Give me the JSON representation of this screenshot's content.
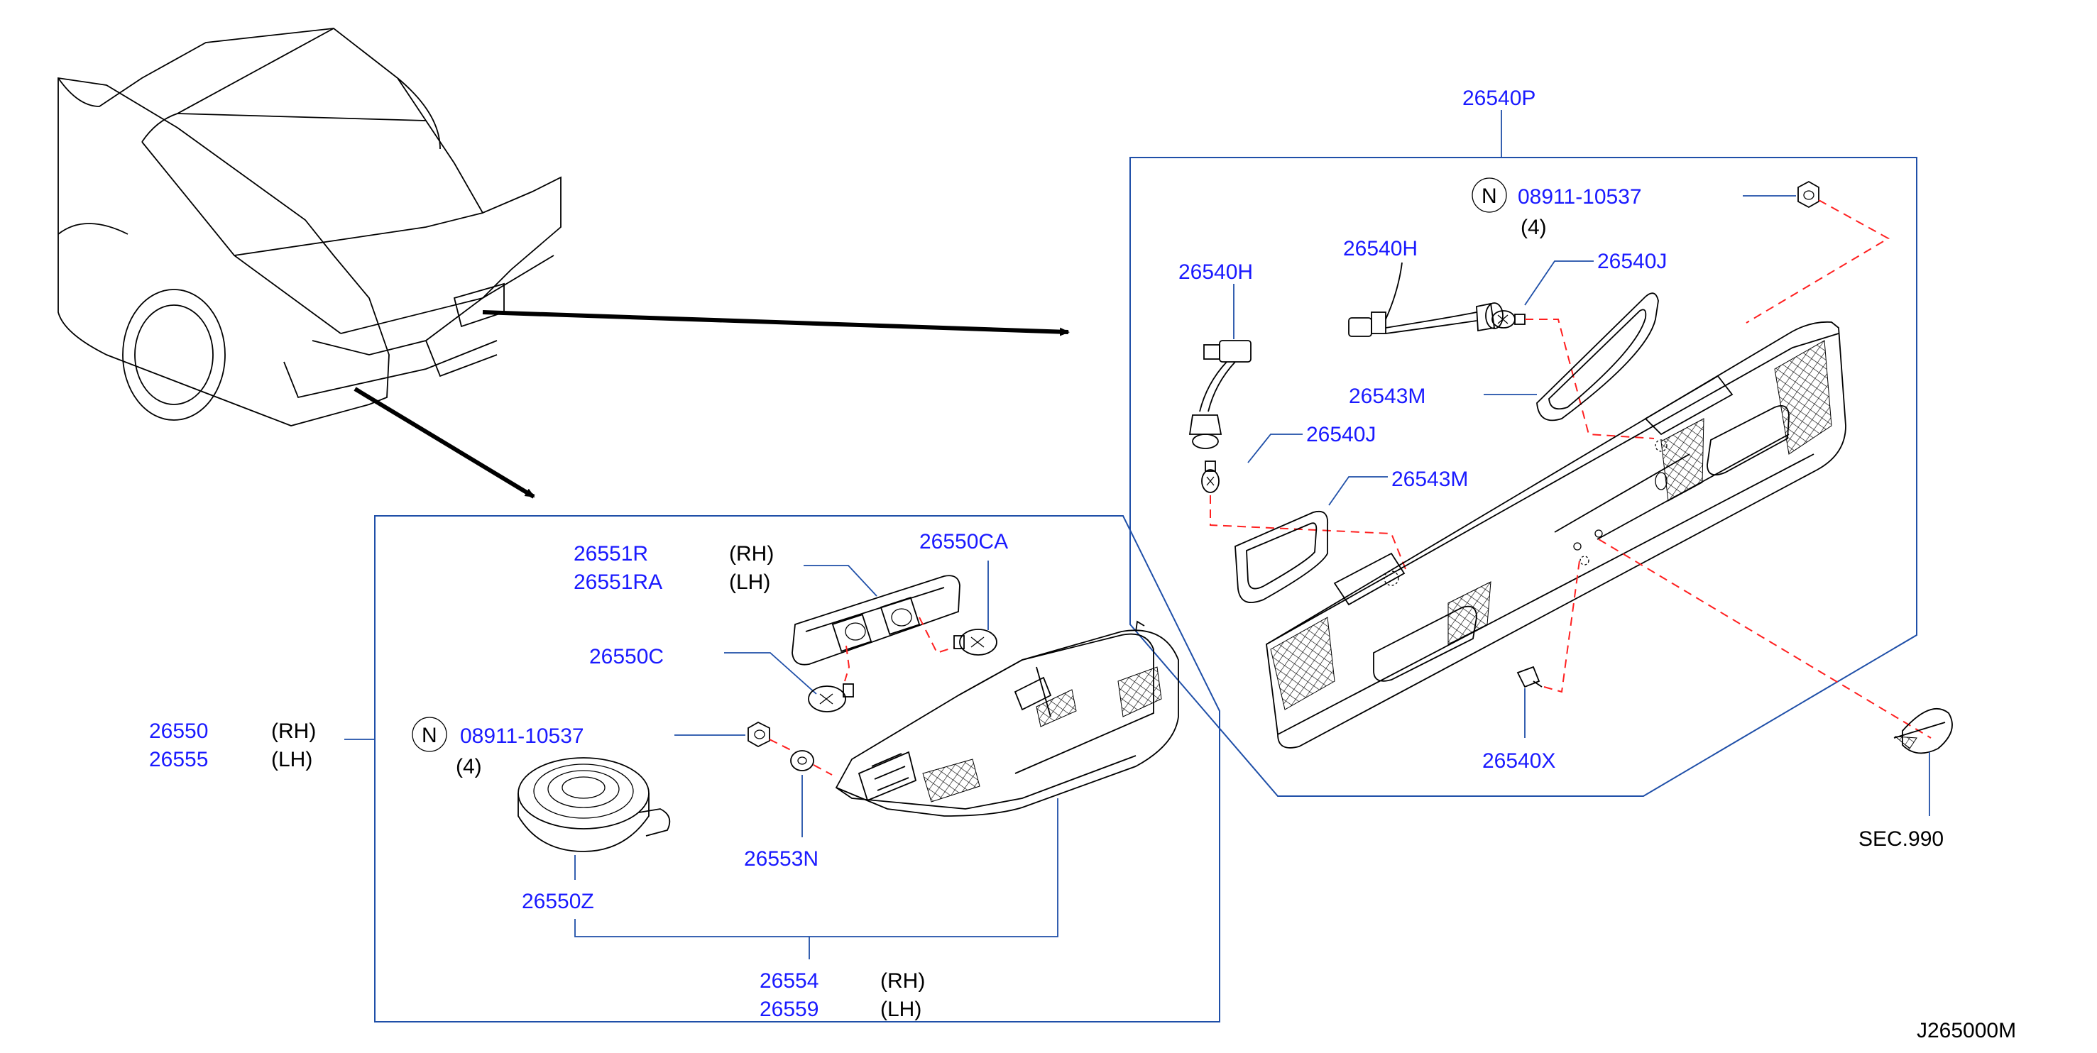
{
  "labels": {
    "p26540P": "26540P",
    "nut_code_right": "08911-10537",
    "nut_qty_right": "(4)",
    "nut_symbol": "N",
    "p26540H_a": "26540H",
    "p26540H_b": "26540H",
    "p26540J_a": "26540J",
    "p26540J_b": "26540J",
    "p26543M_a": "26543M",
    "p26543M_b": "26543M",
    "p26540X": "26540X",
    "sec990": "SEC.990",
    "p26551R": "26551R",
    "p26551RA": "26551RA",
    "rh_1": "(RH)",
    "lh_1": "(LH)",
    "p26550CA": "26550CA",
    "p26550C": "26550C",
    "p26550": "26550",
    "p26555": "26555",
    "rh_2": "(RH)",
    "lh_2": "(LH)",
    "nut_code_left": "08911-10537",
    "nut_qty_left": "(4)",
    "p26553N": "26553N",
    "p26550Z": "26550Z",
    "p26554": "26554",
    "p26559": "26559",
    "rh_3": "(RH)",
    "lh_3": "(LH)",
    "diagram_code": "J265000M"
  },
  "colors": {
    "part_number": "#1a1aff",
    "frame": "#1f4fa8",
    "hidden_line": "#ff2020"
  }
}
